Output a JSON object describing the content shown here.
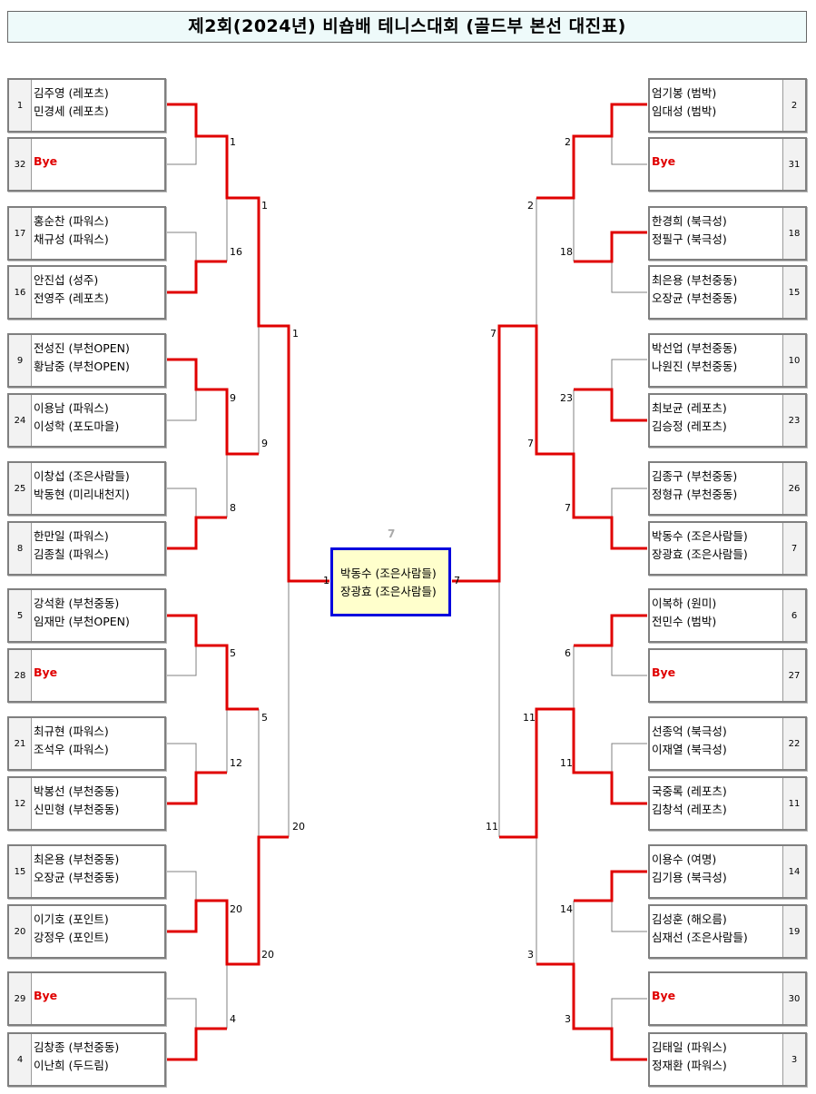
{
  "title": "제2회(2024년) 비숍배 테니스대회 (골드부 본선 대진표)",
  "colors": {
    "win_line": "#e00000",
    "lose_line": "#808080",
    "champion_border": "#0000dd",
    "champion_bg": "#ffffcc",
    "bye": "#e00000"
  },
  "left_entries": [
    {
      "seed": "1",
      "p1": "김주영 (레포츠)",
      "p2": "민경세 (레포츠)"
    },
    {
      "seed": "32",
      "bye": "Bye"
    },
    {
      "seed": "17",
      "p1": "홍순찬 (파워스)",
      "p2": "채규성 (파워스)"
    },
    {
      "seed": "16",
      "p1": "안진섭 (성주)",
      "p2": "전영주 (레포츠)"
    },
    {
      "seed": "9",
      "p1": "전성진 (부천OPEN)",
      "p2": "황남중 (부천OPEN)"
    },
    {
      "seed": "24",
      "p1": "이용남 (파워스)",
      "p2": "이성학 (포도마을)"
    },
    {
      "seed": "25",
      "p1": "이창섭 (조은사람들)",
      "p2": "박동현 (미리내천지)"
    },
    {
      "seed": "8",
      "p1": "한만일 (파워스)",
      "p2": "김종칠 (파워스)"
    },
    {
      "seed": "5",
      "p1": "강석환 (부천중동)",
      "p2": "임재만 (부천OPEN)"
    },
    {
      "seed": "28",
      "bye": "Bye"
    },
    {
      "seed": "21",
      "p1": "최규현 (파워스)",
      "p2": "조석우 (파워스)"
    },
    {
      "seed": "12",
      "p1": "박봉선 (부천중동)",
      "p2": "신민형 (부천중동)"
    },
    {
      "seed": "15",
      "p1": "최온용 (부천중동)",
      "p2": "오장균 (부천중동)"
    },
    {
      "seed": "20",
      "p1": "이기호 (포인트)",
      "p2": "강정우 (포인트)"
    },
    {
      "seed": "29",
      "bye": "Bye"
    },
    {
      "seed": "4",
      "p1": "김창종 (부천중동)",
      "p2": "이난희 (두드림)"
    }
  ],
  "right_entries": [
    {
      "seed": "2",
      "p1": "엄기봉 (범박)",
      "p2": "임대성 (범박)"
    },
    {
      "seed": "31",
      "bye": "Bye"
    },
    {
      "seed": "18",
      "p1": "한경희 (북극성)",
      "p2": "정필구 (북극성)"
    },
    {
      "seed": "15",
      "p1": "최은용 (부천중동)",
      "p2": "오장균 (부천중동)"
    },
    {
      "seed": "10",
      "p1": "박선업 (부천중동)",
      "p2": "나원진 (부천중동)"
    },
    {
      "seed": "23",
      "p1": "최보균 (레포츠)",
      "p2": "김승정 (레포츠)"
    },
    {
      "seed": "26",
      "p1": "김종구 (부천중동)",
      "p2": "정형규 (부천중동)"
    },
    {
      "seed": "7",
      "p1": "박동수 (조은사람들)",
      "p2": "장광효 (조은사람들)"
    },
    {
      "seed": "6",
      "p1": "이복하 (원미)",
      "p2": "전민수 (범박)"
    },
    {
      "seed": "27",
      "bye": "Bye"
    },
    {
      "seed": "22",
      "p1": "선종억 (북극성)",
      "p2": "이재열 (북극성)"
    },
    {
      "seed": "11",
      "p1": "국중록 (레포츠)",
      "p2": "김창석 (레포츠)"
    },
    {
      "seed": "14",
      "p1": "이용수 (여명)",
      "p2": "김기용 (북극성)"
    },
    {
      "seed": "19",
      "p1": "김성훈 (해오름)",
      "p2": "심재선 (조은사람들)"
    },
    {
      "seed": "30",
      "bye": "Bye"
    },
    {
      "seed": "3",
      "p1": "김태일 (파워스)",
      "p2": "정재환 (파워스)"
    }
  ],
  "left_round_labels": {
    "r1": [
      "1",
      "16",
      "9",
      "8",
      "5",
      "12",
      "20",
      "4"
    ],
    "r2": [
      "1",
      "9",
      "5",
      "20"
    ],
    "r3": [
      "1",
      "20"
    ],
    "final": "1"
  },
  "right_round_labels": {
    "r1": [
      "2",
      "18",
      "23",
      "7",
      "6",
      "11",
      "14",
      "3"
    ],
    "r2": [
      "2",
      "7",
      "11",
      "3"
    ],
    "r3": [
      "7",
      "11"
    ],
    "final": "7"
  },
  "champion": {
    "label": "7",
    "p1": "박동수 (조은사람들)",
    "p2": "장광효 (조은사람들)"
  }
}
